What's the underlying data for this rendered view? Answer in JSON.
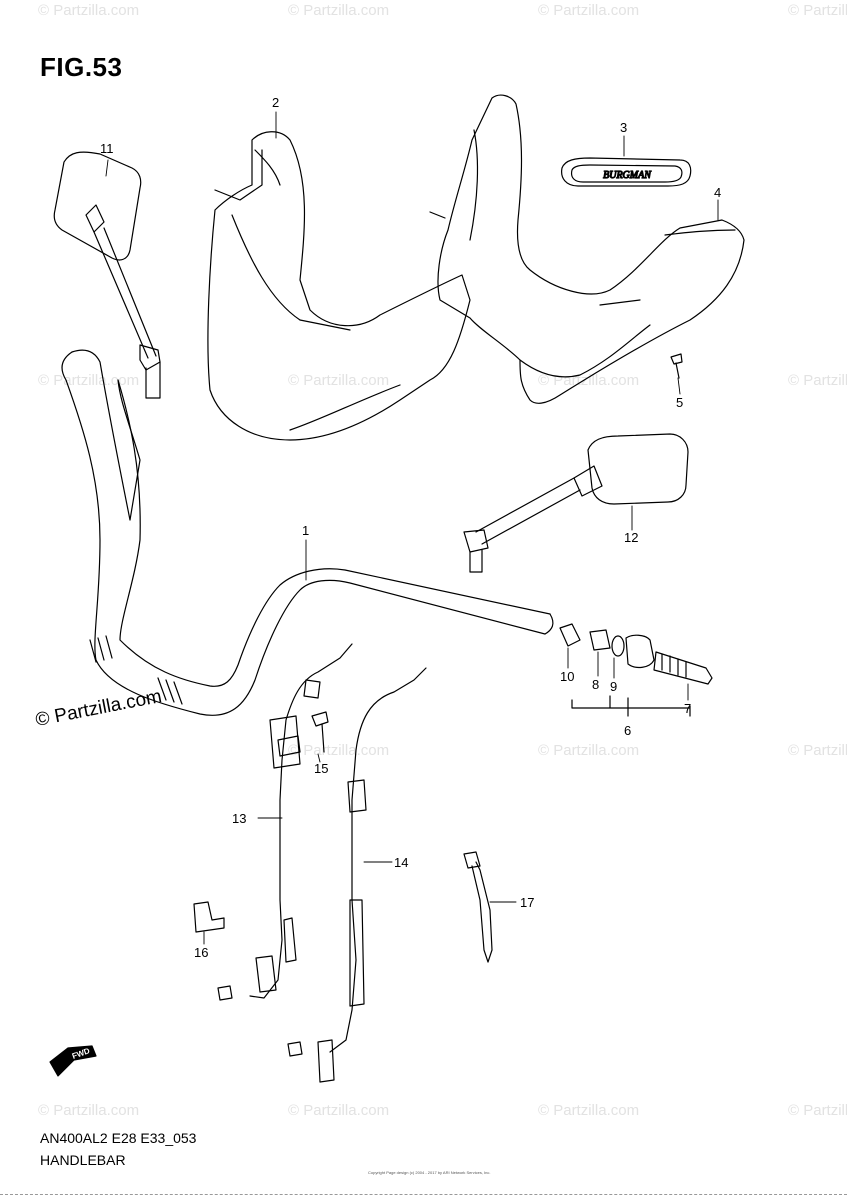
{
  "figure": {
    "title": "FIG.53",
    "model_code": "AN400AL2 E28 E33_053",
    "section_name": "HANDLEBAR"
  },
  "emblem_text": "BURGMAN",
  "watermark": {
    "text": "© Partzilla.com",
    "strong_text": "© Partzilla.com"
  },
  "copyright_text": "Copyright Page design (c) 2004 - 2017 by ARI Network Services, Inc.",
  "fwd_label": "FWD",
  "callouts": [
    {
      "id": "1",
      "label": "1"
    },
    {
      "id": "2",
      "label": "2"
    },
    {
      "id": "3",
      "label": "3"
    },
    {
      "id": "4",
      "label": "4"
    },
    {
      "id": "5",
      "label": "5"
    },
    {
      "id": "6",
      "label": "6"
    },
    {
      "id": "7",
      "label": "7"
    },
    {
      "id": "8",
      "label": "8"
    },
    {
      "id": "9",
      "label": "9"
    },
    {
      "id": "10",
      "label": "10"
    },
    {
      "id": "11",
      "label": "11"
    },
    {
      "id": "12",
      "label": "12"
    },
    {
      "id": "13",
      "label": "13"
    },
    {
      "id": "14",
      "label": "14"
    },
    {
      "id": "15",
      "label": "15"
    },
    {
      "id": "16",
      "label": "16"
    },
    {
      "id": "17",
      "label": "17"
    }
  ]
}
